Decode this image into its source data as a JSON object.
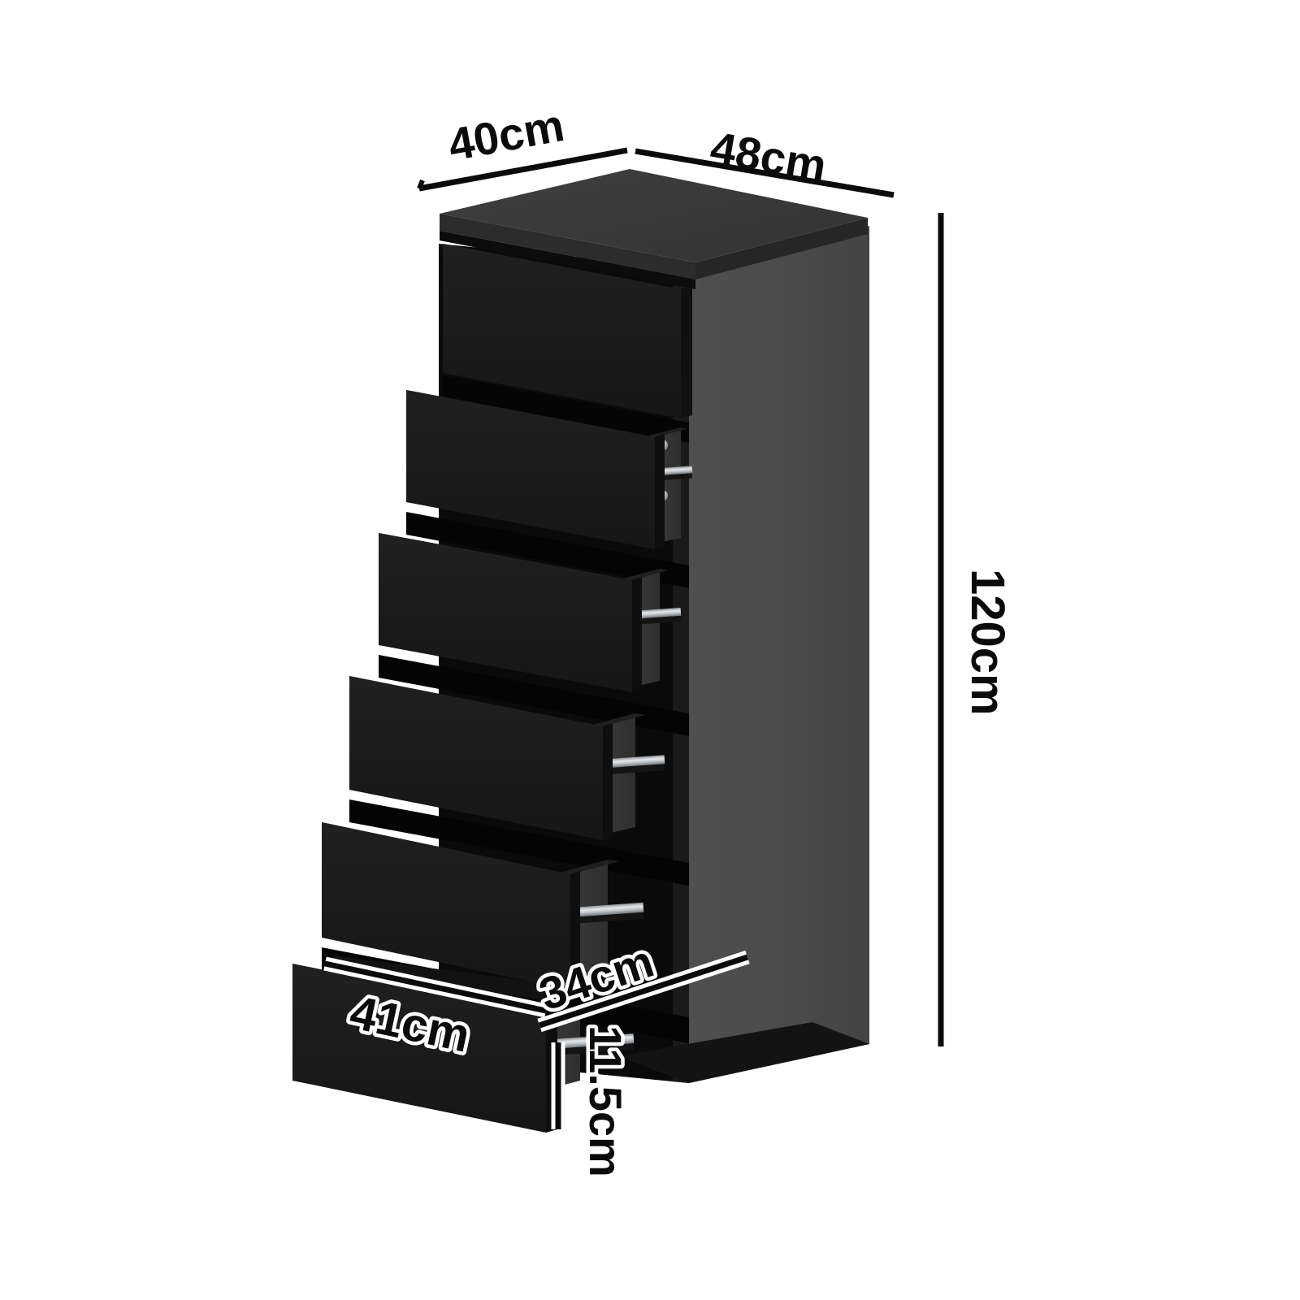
{
  "product": {
    "type": "tallboy-chest-of-drawers",
    "drawer_count": 6,
    "finish_color": "#1b1b1b",
    "side_panel_color": "#4a4a4a",
    "top_panel_color": "#3b3b3b",
    "rail_color": "#c9cdd1",
    "background_color": "#ffffff"
  },
  "dimensions": {
    "width": {
      "label": "40cm",
      "value": 40,
      "unit": "cm",
      "axis": "width",
      "style": "plain"
    },
    "depth": {
      "label": "48cm",
      "value": 48,
      "unit": "cm",
      "axis": "depth",
      "style": "plain"
    },
    "height": {
      "label": "120cm",
      "value": 120,
      "unit": "cm",
      "axis": "height",
      "style": "plain",
      "rotation": 90
    },
    "drawer_width": {
      "label": "41cm",
      "value": 41,
      "unit": "cm",
      "axis": "drawer-width",
      "style": "outlined"
    },
    "drawer_depth": {
      "label": "34cm",
      "value": 34,
      "unit": "cm",
      "axis": "drawer-depth",
      "style": "outlined"
    },
    "drawer_height": {
      "label": "11.5cm",
      "value": 11.5,
      "unit": "cm",
      "axis": "drawer-height",
      "style": "outlined",
      "rotation": 90
    }
  }
}
